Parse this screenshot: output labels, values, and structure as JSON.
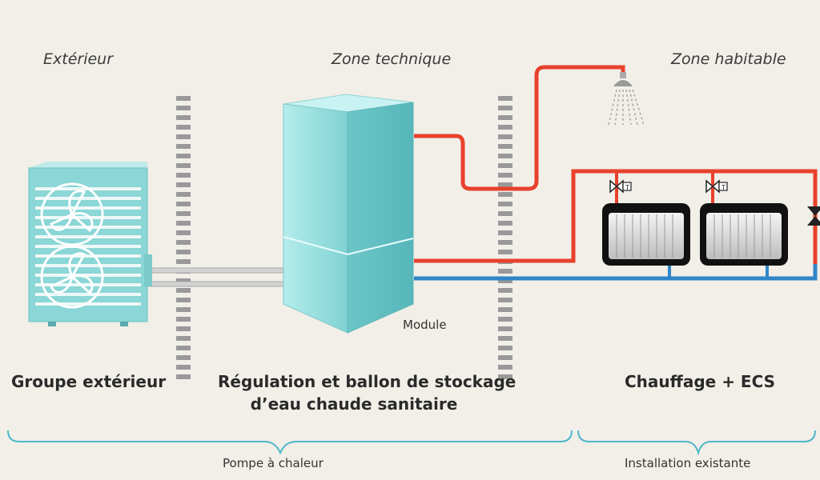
{
  "zones": {
    "exterieur": "Extérieur",
    "technique": "Zone technique",
    "habitable": "Zone habitable"
  },
  "labels": {
    "groupe": "Groupe extérieur",
    "regulation_line1": "Régulation et ballon de stockage",
    "regulation_line2": "d’eau chaude sanitaire",
    "chauffage": "Chauffage + ECS",
    "module": "Module"
  },
  "brackets": {
    "pompe": "Pompe à chaleur",
    "installation": "Installation existante"
  },
  "colors": {
    "hot_pipe": "#e8412c",
    "cold_pipe": "#2f86c9",
    "tank": "#8fd8d8",
    "bracket": "#4fb7c9",
    "wall": "#9a9a9a"
  }
}
